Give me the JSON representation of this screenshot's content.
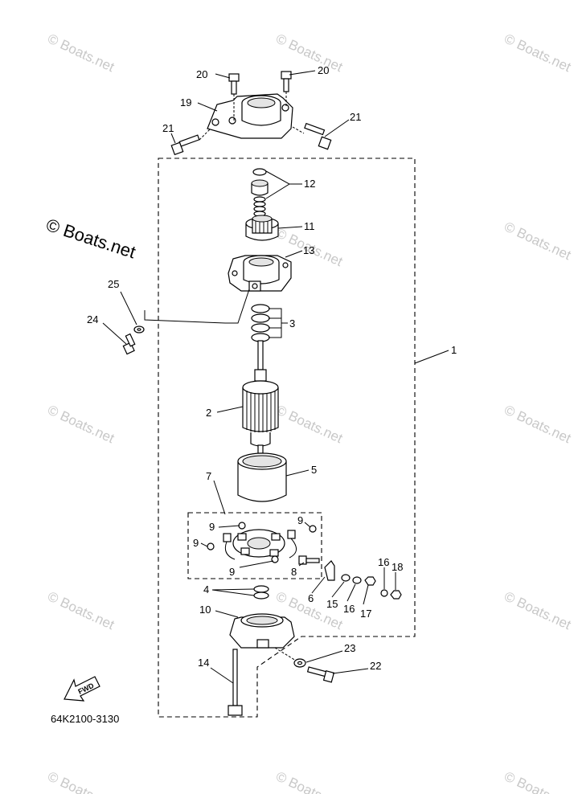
{
  "watermark": "© Boats.net",
  "main_watermark": "© Boats.net",
  "diagram_code": "64K2100-3130",
  "fwd_label": "FWD",
  "callouts": {
    "c1": "1",
    "c2": "2",
    "c3": "3",
    "c4": "4",
    "c5": "5",
    "c6": "6",
    "c7": "7",
    "c8": "8",
    "c9a": "9",
    "c9b": "9",
    "c9c": "9",
    "c9d": "9",
    "c10": "10",
    "c11": "11",
    "c12": "12",
    "c13": "13",
    "c14": "14",
    "c15": "15",
    "c16a": "16",
    "c16b": "16",
    "c17": "17",
    "c18": "18",
    "c19": "19",
    "c20a": "20",
    "c20b": "20",
    "c21a": "21",
    "c21b": "21",
    "c22": "22",
    "c23": "23",
    "c24": "24",
    "c25": "25"
  },
  "colors": {
    "line": "#000000",
    "watermark": "#c8c8c8",
    "background": "#ffffff"
  }
}
